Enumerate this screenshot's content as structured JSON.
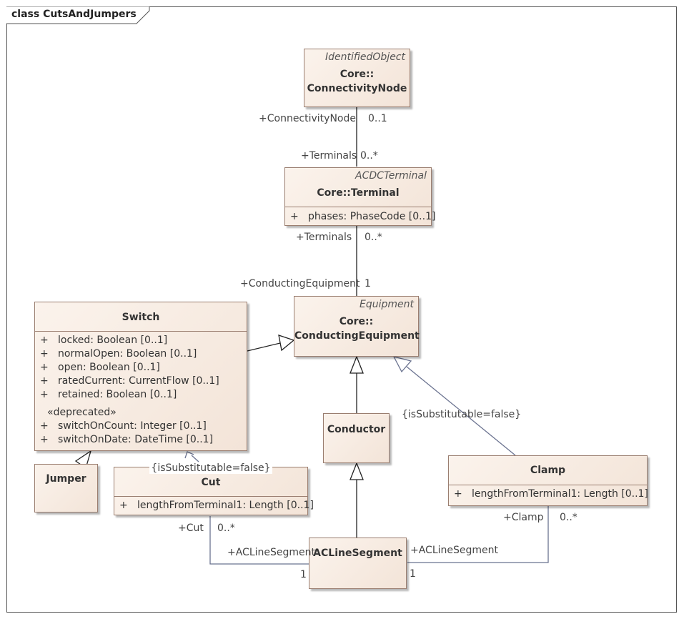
{
  "diagram": {
    "title": "class CutsAndJumpers"
  },
  "classes": {
    "connectivity_node": {
      "stereotype": "IdentifiedObject",
      "name_line1": "Core::",
      "name_line2": "ConnectivityNode"
    },
    "terminal": {
      "stereotype": "ACDCTerminal",
      "name": "Core::Terminal",
      "attributes": [
        {
          "vis": "+",
          "text": "phases: PhaseCode [0..1]"
        }
      ]
    },
    "conducting_equipment": {
      "stereotype": "Equipment",
      "name_line1": "Core::",
      "name_line2": "ConductingEquipment"
    },
    "switch": {
      "name": "Switch",
      "attributes": [
        {
          "vis": "+",
          "text": "locked: Boolean [0..1]"
        },
        {
          "vis": "+",
          "text": "normalOpen: Boolean [0..1]"
        },
        {
          "vis": "+",
          "text": "open: Boolean [0..1]"
        },
        {
          "vis": "+",
          "text": "ratedCurrent: CurrentFlow [0..1]"
        },
        {
          "vis": "+",
          "text": "retained: Boolean [0..1]"
        }
      ],
      "deprecated_label": "«deprecated»",
      "deprecated_attributes": [
        {
          "vis": "+",
          "text": "switchOnCount: Integer [0..1]"
        },
        {
          "vis": "+",
          "text": "switchOnDate: DateTime [0..1]"
        }
      ]
    },
    "jumper": {
      "name": "Jumper"
    },
    "cut": {
      "constraint": "{isSubstitutable=false}",
      "name": "Cut",
      "attributes": [
        {
          "vis": "+",
          "text": "lengthFromTerminal1: Length [0..1]"
        }
      ]
    },
    "conductor": {
      "name": "Conductor"
    },
    "clamp": {
      "name": "Clamp",
      "attributes": [
        {
          "vis": "+",
          "text": "lengthFromTerminal1: Length [0..1]"
        }
      ]
    },
    "ac_line_segment": {
      "name": "ACLineSegment"
    }
  },
  "labels": {
    "cn_role": "+ConnectivityNode",
    "cn_mult": "0..1",
    "terminals_role_top": "+Terminals",
    "terminals_mult_top": "0..*",
    "terminals_role_bottom": "+Terminals",
    "terminals_mult_bottom": "0..*",
    "ce_role": "+ConductingEquipment",
    "ce_mult": "1",
    "clamp_constraint": "{isSubstitutable=false}",
    "cut_role": "+Cut",
    "cut_mult": "0..*",
    "cut_acls_role": "+ACLineSegment",
    "cut_acls_mult": "1",
    "clamp_role": "+Clamp",
    "clamp_mult": "0..*",
    "clamp_acls_role": "+ACLineSegment",
    "clamp_acls_mult": "1"
  }
}
